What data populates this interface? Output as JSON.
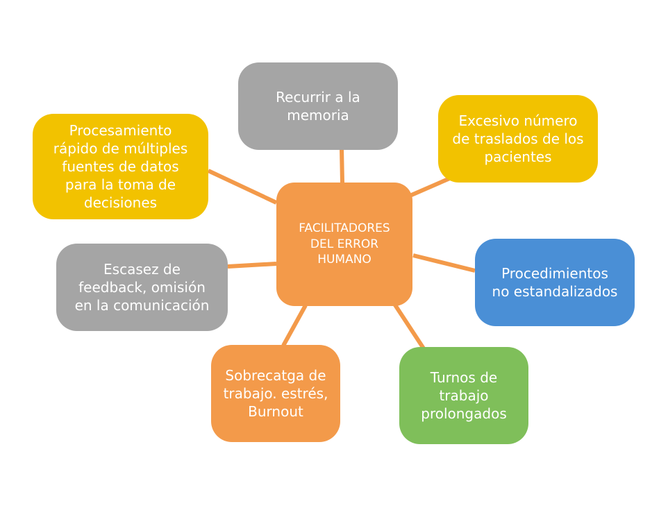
{
  "colors": {
    "connector": "#f39a4a",
    "center": "#f39a4a",
    "gray": "#a5a5a5",
    "yellow": "#f2c200",
    "blue": "#4a8fd6",
    "green": "#7fbf5a",
    "orange": "#f39a4a"
  },
  "center": {
    "label": "FACILITADORES\nDEL ERROR\nHUMANO"
  },
  "nodes": [
    {
      "id": "memoria",
      "label": "Recurrir a la\nmemoria"
    },
    {
      "id": "traslados",
      "label": "Excesivo número\nde traslados de los\npacientes"
    },
    {
      "id": "procedimientos",
      "label": "Procedimientos\nno estandalizados"
    },
    {
      "id": "turnos",
      "label": "Turnos de\ntrabajo\nprolongados"
    },
    {
      "id": "sobrecarga",
      "label": "Sobrecatga de\ntrabajo. estrés,\nBurnout"
    },
    {
      "id": "feedback",
      "label": "Escasez de\nfeedback, omisión\nen la comunicación"
    },
    {
      "id": "procesamiento",
      "label": "Procesamiento\nrápido de múltiples\nfuentes de datos\npara la toma de\ndecisiones"
    }
  ]
}
